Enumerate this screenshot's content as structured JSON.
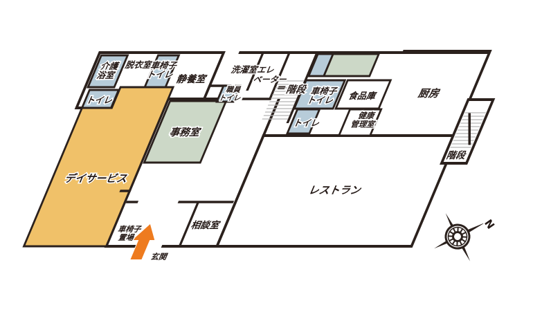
{
  "palette": {
    "wall": "#2b211d",
    "room_blue": "#b7ccd9",
    "room_green": "#ccd8c7",
    "room_orange": "#f0c169",
    "room_pink": "#f1d3d5",
    "room_white": "#ffffff",
    "stair_tread_gray": "#b5b5b5",
    "arrow_orange": "#ee7b1f",
    "text": "#231815"
  },
  "rooms": {
    "kaigo_bath": {
      "lines": [
        "介護",
        "浴室"
      ],
      "fill": "#b7ccd9"
    },
    "toilet_left": {
      "lines": [
        "トイレ"
      ],
      "fill": "#b7ccd9"
    },
    "datsuishitsu": {
      "lines": [
        "脱衣室"
      ],
      "fill": "#ffffff"
    },
    "wheelchair_toilet_left": {
      "lines": [
        "車椅子",
        "トイレ"
      ],
      "fill": "#b7ccd9"
    },
    "seiyoushitsu": {
      "lines": [
        "静養室"
      ],
      "fill": "#ffffff"
    },
    "jimushitsu": {
      "lines": [
        "事務室"
      ],
      "fill": "#ccd8c7"
    },
    "day_service": {
      "lines": [
        "デイサービス"
      ],
      "fill": "#f0c169"
    },
    "sentakushitsu": {
      "lines": [
        "洗濯室"
      ],
      "fill": "#ffffff"
    },
    "elevator": {
      "lines": [
        "エレ",
        "ベーター"
      ],
      "fill": "#ffffff"
    },
    "staff_toilet": {
      "lines": [
        "職員",
        "トイレ"
      ],
      "fill": "#b7ccd9"
    },
    "stairs_center": {
      "lines": [
        "階段"
      ],
      "fill": "#ffffff"
    },
    "blue_strip": {
      "lines": [],
      "fill": "#b7ccd9"
    },
    "green_room": {
      "lines": [],
      "fill": "#ccd8c7"
    },
    "wheelchair_toilet_center": {
      "lines": [
        "車椅子",
        "トイレ"
      ],
      "fill": "#b7ccd9"
    },
    "shokuhinko": {
      "lines": [
        "食品庫"
      ],
      "fill": "#ffffff"
    },
    "toilet_center": {
      "lines": [
        "トイレ"
      ],
      "fill": "#b7ccd9"
    },
    "kenko_kanrishitsu": {
      "lines": [
        "健康",
        "管理室"
      ],
      "fill": "#ffffff"
    },
    "chubo": {
      "lines": [
        "厨房"
      ],
      "fill": "#ffffff"
    },
    "stairs_right": {
      "lines": [
        "階段"
      ],
      "fill": "#ffffff"
    },
    "restaurant": {
      "lines": [
        "レストラン"
      ],
      "fill": "#f1d3d5"
    },
    "sodanshitsu": {
      "lines": [
        "相談室"
      ],
      "fill": "#ffffff"
    },
    "wheelchair_parking": {
      "lines": [
        "車椅子",
        "置場"
      ]
    },
    "entrance": {
      "lines": [
        "玄関"
      ]
    }
  },
  "compass": {
    "north": "N"
  }
}
